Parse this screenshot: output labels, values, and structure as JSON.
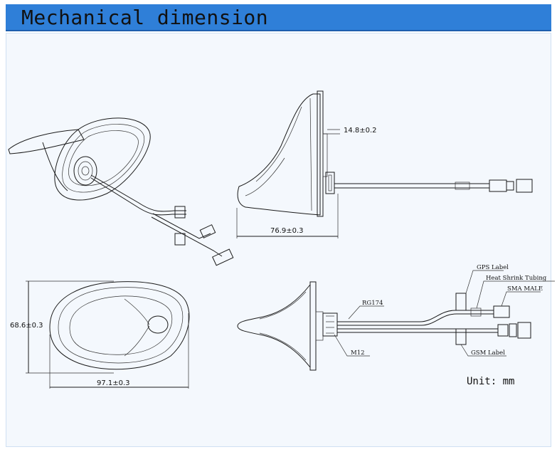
{
  "header": {
    "title": "Mechanical dimension"
  },
  "dimensions": {
    "flange": "14.8±0.2",
    "side_length": "76.9±0.3",
    "width": "68.6±0.3",
    "length": "97.1±0.3"
  },
  "callouts": {
    "gps_label": "GPS Label",
    "heat_shrink": "Heat Shrink Tubing",
    "sma_male": "SMA MALE",
    "rg174": "RG174",
    "m12": "M12",
    "gsm_label": "GSM Label"
  },
  "unit": "Unit: mm",
  "colors": {
    "header_bg": "#2f7fd8",
    "panel_bg": "#f4f8fd"
  }
}
